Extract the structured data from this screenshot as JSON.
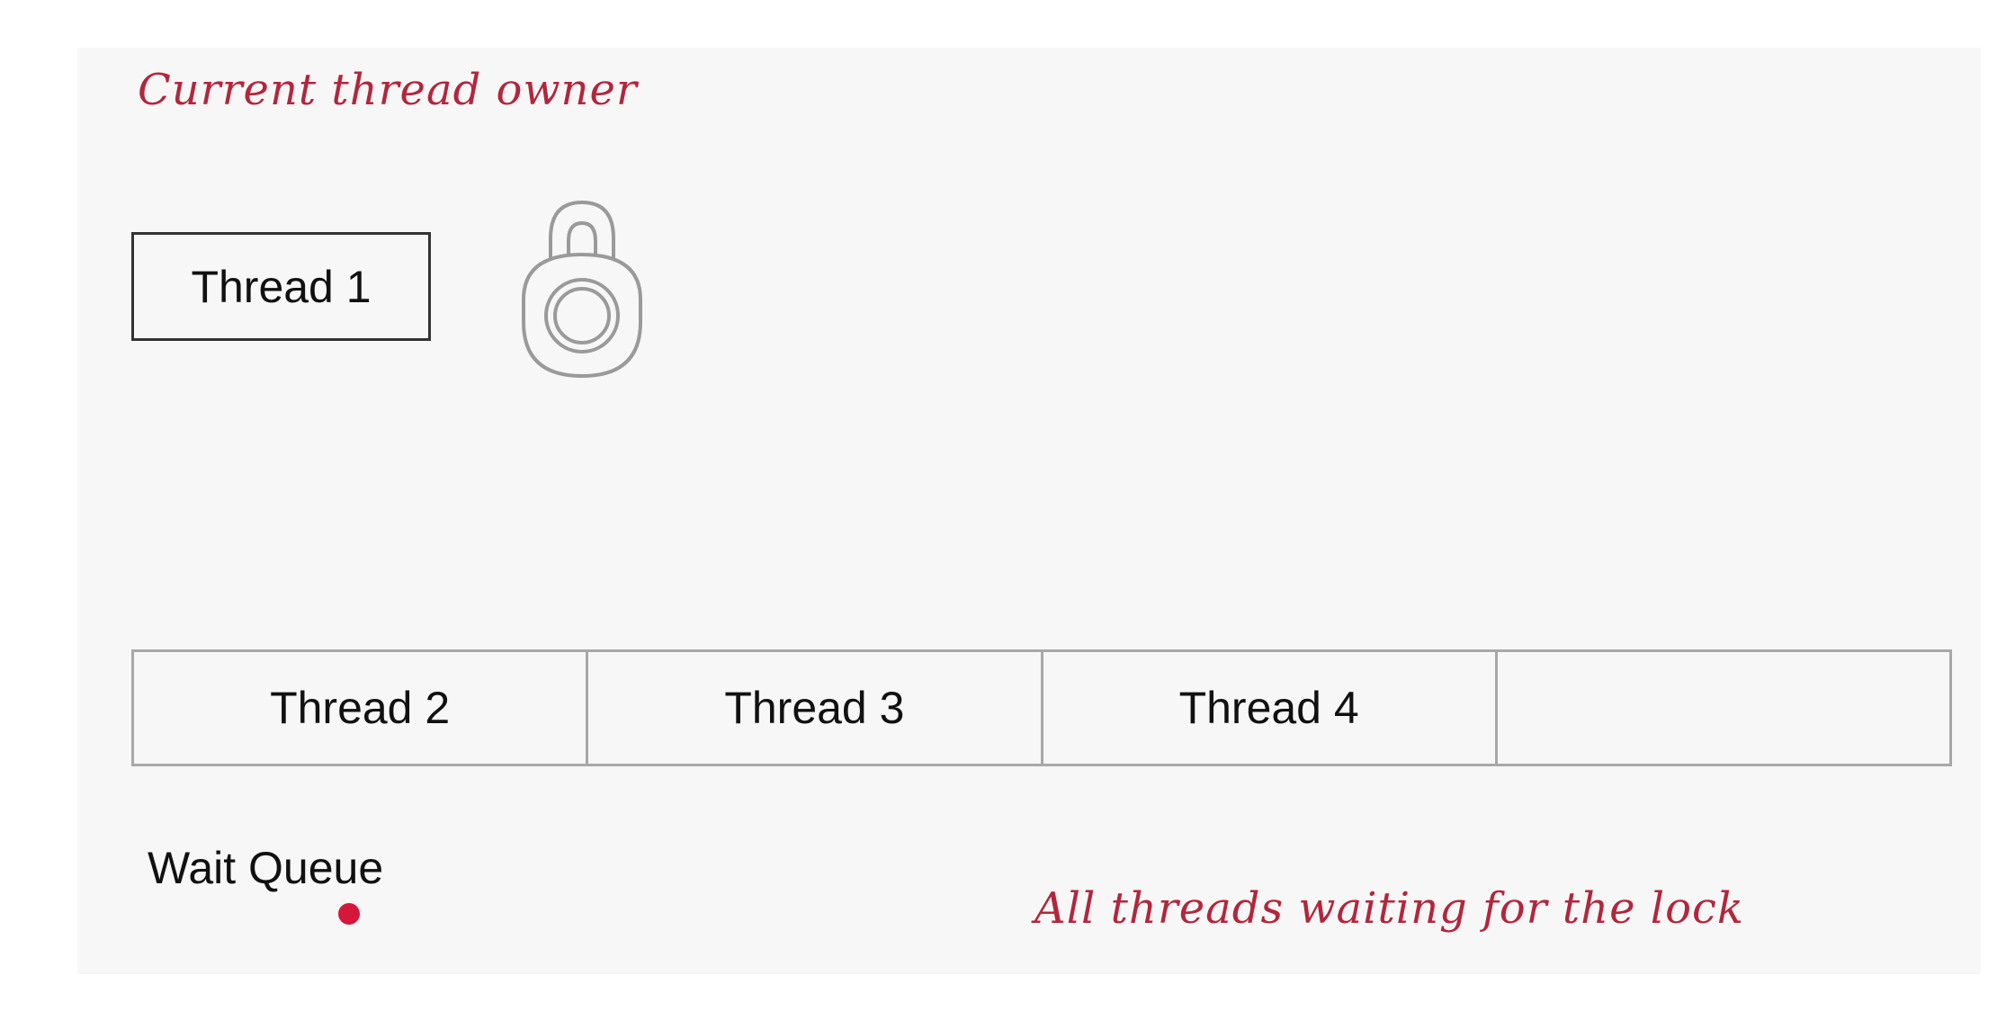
{
  "annotations": {
    "owner_caption": "Current thread owner",
    "waiting_caption": "All threads waiting for the lock"
  },
  "owner": {
    "label": "Thread 1",
    "lock_icon": "padlock-icon"
  },
  "wait_queue": {
    "label": "Wait Queue",
    "slots": [
      "Thread 2",
      "Thread 3",
      "Thread 4",
      ""
    ]
  },
  "colors": {
    "annotation": "#b3263c",
    "pointer_dot": "#d4173a",
    "queue_border": "#a8a8a8",
    "owner_border": "#333333",
    "background": "#f7f7f7"
  }
}
